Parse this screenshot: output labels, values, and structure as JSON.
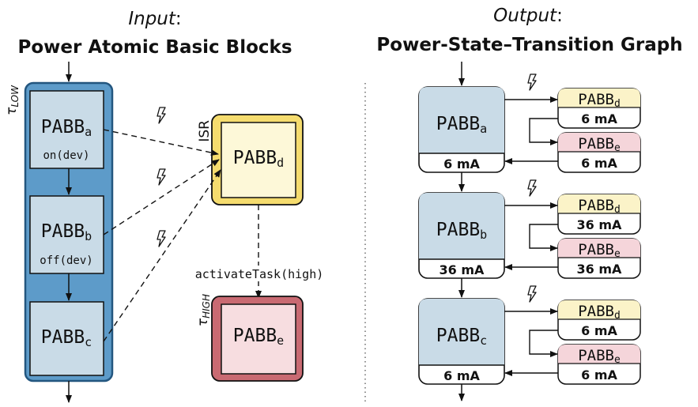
{
  "input": {
    "heading_italic": "Input",
    "heading_colon": ":",
    "title": "Power Atomic Basic Blocks",
    "task_low": {
      "symbol": "τ",
      "sub": "LOW"
    },
    "task_high": {
      "symbol": "τ",
      "sub": "HIGH"
    },
    "blocks": [
      {
        "base": "PABB",
        "sub": "a",
        "call": "on(dev)"
      },
      {
        "base": "PABB",
        "sub": "b",
        "call": "off(dev)"
      },
      {
        "base": "PABB",
        "sub": "c",
        "call": ""
      }
    ],
    "isr": {
      "label": "ISR",
      "base": "PABB",
      "sub": "d"
    },
    "activate": "activateTask(high)",
    "task_block": {
      "base": "PABB",
      "sub": "e"
    },
    "interrupt_icon": "lightning-bolt-icon"
  },
  "output": {
    "heading_italic": "Output",
    "heading_colon": ":",
    "title": "Power-State–Transition Graph",
    "states": [
      {
        "base": "PABB",
        "sub": "a",
        "current": "6 mA",
        "isr": {
          "base": "PABB",
          "sub": "d",
          "current": "6 mA"
        },
        "task": {
          "base": "PABB",
          "sub": "e",
          "current": "6 mA"
        }
      },
      {
        "base": "PABB",
        "sub": "b",
        "current": "36 mA",
        "isr": {
          "base": "PABB",
          "sub": "d",
          "current": "36 mA"
        },
        "task": {
          "base": "PABB",
          "sub": "e",
          "current": "36 mA"
        }
      },
      {
        "base": "PABB",
        "sub": "c",
        "current": "6 mA",
        "isr": {
          "base": "PABB",
          "sub": "d",
          "current": "6 mA"
        },
        "task": {
          "base": "PABB",
          "sub": "e",
          "current": "6 mA"
        }
      }
    ]
  },
  "colors": {
    "task_low_fill": "#5d9bc9",
    "task_low_stroke": "#23567f",
    "block_fill": "#c9dbe7",
    "isr_outer": "#f5dc6e",
    "isr_inner": "#fdf8d8",
    "task_high_outer": "#c96a72",
    "task_high_inner": "#f7dde0",
    "state_fill": "#c9dbe7",
    "state_isr_fill": "#fbf3c8",
    "state_task_fill": "#f5d5da"
  }
}
